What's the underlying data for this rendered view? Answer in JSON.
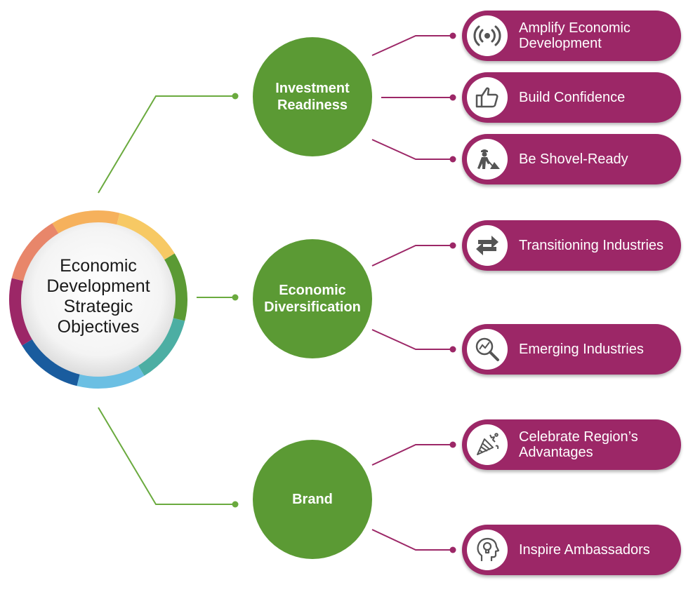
{
  "center": {
    "lines": [
      "Economic",
      "Development",
      "Strategic",
      "Objectives"
    ]
  },
  "colors": {
    "node_green": "#5b9a34",
    "pill_magenta": "#9c2767",
    "green_line": "#6aaa3e",
    "magenta_line": "#9c2767",
    "ring": [
      "#f6b15c",
      "#f7c964",
      "#5b9a34",
      "#4caea3",
      "#6bbfe3",
      "#1a5c9e",
      "#9c2767",
      "#e8866a"
    ]
  },
  "nodes": [
    {
      "lines": [
        "Investment",
        "Readiness"
      ]
    },
    {
      "lines": [
        "Economic",
        "Diversification"
      ]
    },
    {
      "lines": [
        "Brand"
      ]
    }
  ],
  "items": [
    {
      "lines": [
        "Amplify Economic",
        "Development"
      ],
      "icon": "broadcast-icon"
    },
    {
      "lines": [
        "Build Confidence"
      ],
      "icon": "thumbs-up-icon"
    },
    {
      "lines": [
        "Be Shovel-Ready"
      ],
      "icon": "construction-worker-icon"
    },
    {
      "lines": [
        "Transitioning Industries"
      ],
      "icon": "arrows-exchange-icon"
    },
    {
      "lines": [
        "Emerging Industries"
      ],
      "icon": "magnifier-chart-icon"
    },
    {
      "lines": [
        "Celebrate Region’s",
        "Advantages"
      ],
      "icon": "party-popper-icon"
    },
    {
      "lines": [
        "Inspire Ambassadors"
      ],
      "icon": "lightbulb-head-icon"
    }
  ]
}
